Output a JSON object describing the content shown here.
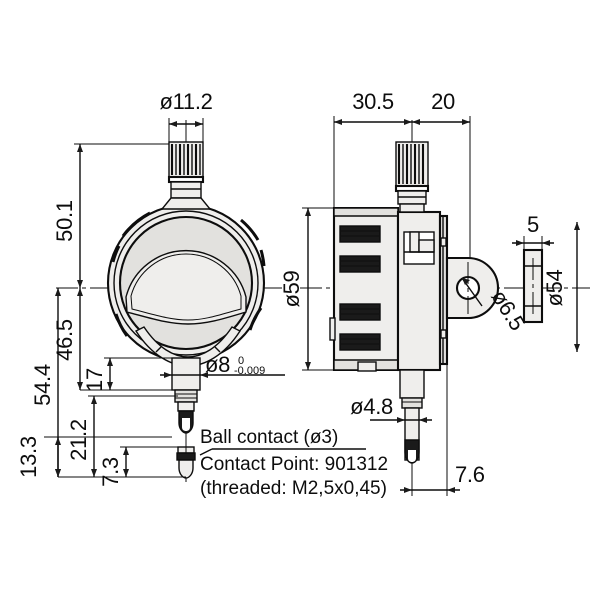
{
  "drawing": {
    "title": "Dial Indicator Dimensional Drawing",
    "units": "mm",
    "line_color": "#0d0d0d",
    "fill_light": "#efeeec",
    "fill_medium": "#e2e1de",
    "fill_dark": "#1a1a1a",
    "background": "#ffffff"
  },
  "front_view": {
    "name": "front-view",
    "dimensions": {
      "cap_diameter": "ø11.2",
      "height_to_cap_top": "50.1",
      "overall_lower": "54.4",
      "body_lower": "46.5",
      "stem_17": "17",
      "stem_21_2": "21.2",
      "tip_13_3": "13.3",
      "tip_7_3": "7.3",
      "spindle_diameter": "ø8",
      "spindle_tol_upper": "0",
      "spindle_tol_lower": "-0.009"
    },
    "notes": {
      "ball_contact": "Ball contact (ø3)",
      "contact_point": "Contact Point: 901312",
      "thread": "(threaded: M2,5x0,45)"
    }
  },
  "side_view": {
    "name": "side-view",
    "dimensions": {
      "depth_front": "30.5",
      "depth_rear": "20",
      "bezel_diameter": "ø59",
      "lug_thickness": "5",
      "back_diameter": "ø54",
      "mount_hole": "ø6.5",
      "plunger_diameter": "ø4.8",
      "tip_offset": "7.6"
    }
  }
}
